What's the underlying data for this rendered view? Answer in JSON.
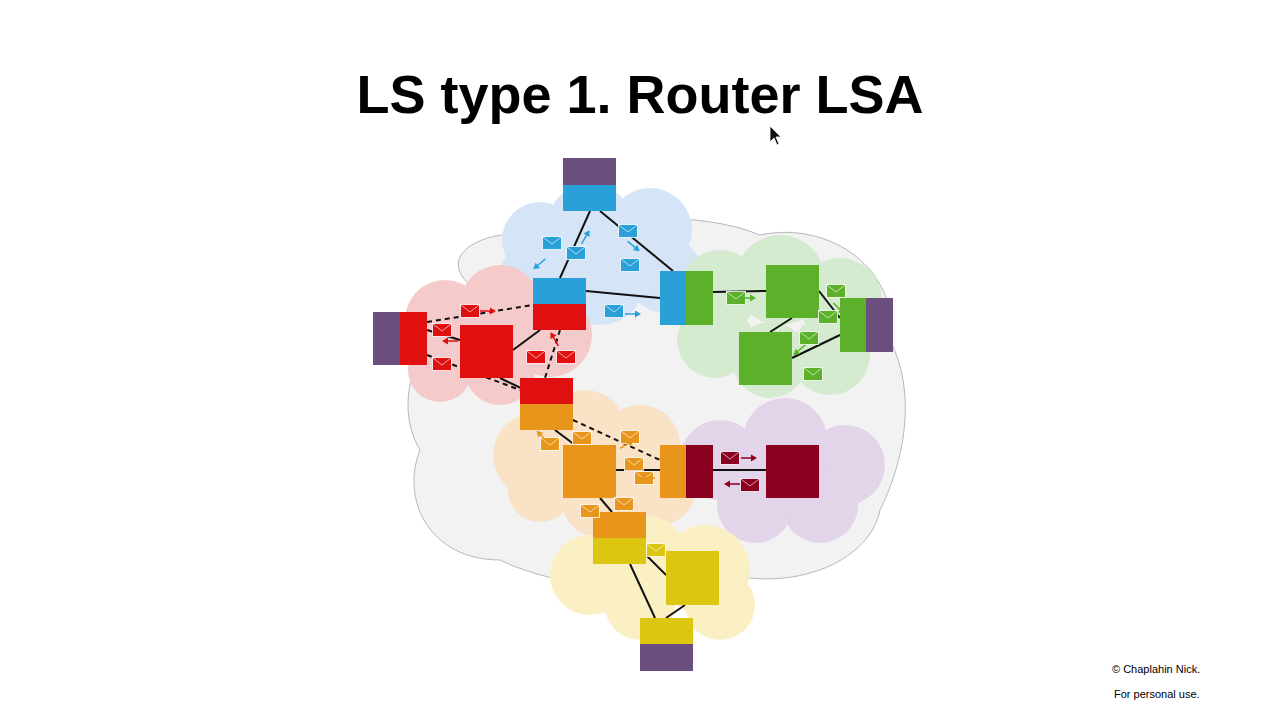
{
  "diagram": {
    "title": "LS type 1. Router LSA",
    "labels": [
      "© Chaplahin Nick.",
      "For personal use."
    ]
  }
}
